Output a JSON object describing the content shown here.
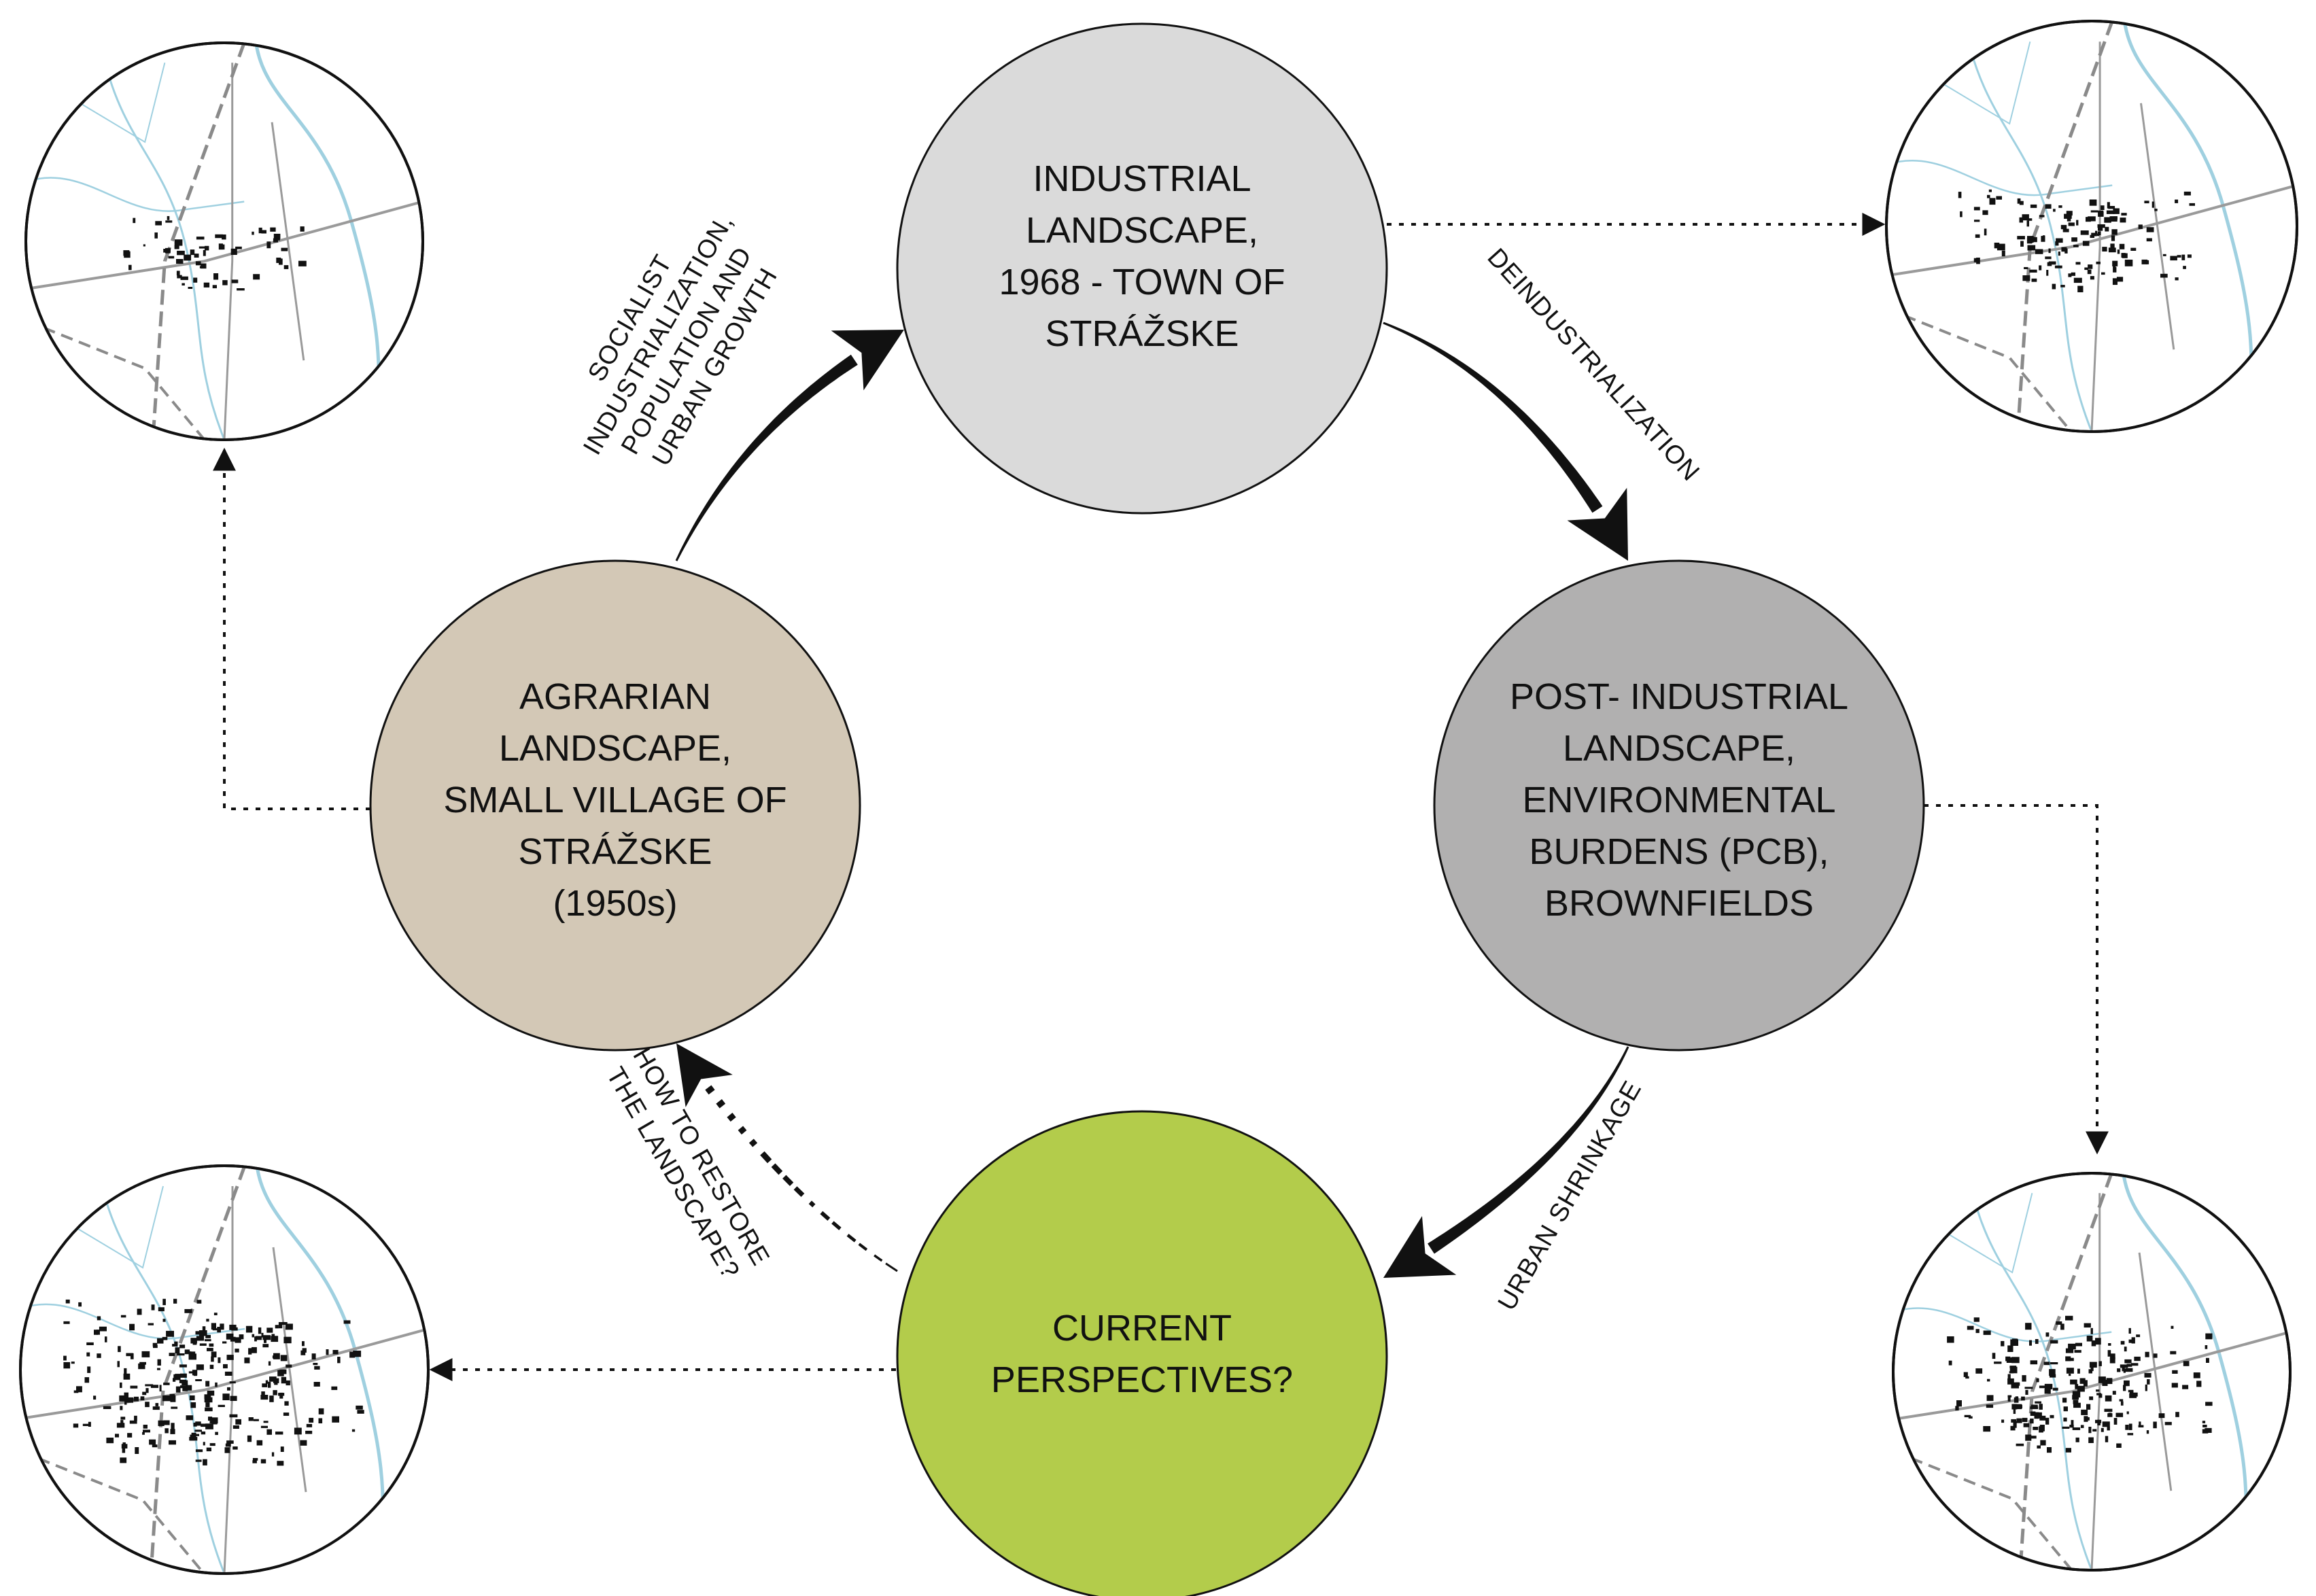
{
  "colors": {
    "agrarian": "#d3c8b6",
    "industrial": "#dadada",
    "post_industrial": "#b1b0b0",
    "current": "#b3cc4b",
    "outline": "#111111",
    "water": "#9fd0e0",
    "road": "#9a9a9a",
    "rail": "#8a8a8a",
    "building": "#111111"
  },
  "nodes": {
    "industrial": [
      "INDUSTRIAL",
      "LANDSCAPE,",
      "1968 - TOWN OF",
      "STRÁŽSKE"
    ],
    "post_industrial": [
      "POST- INDUSTRIAL",
      "LANDSCAPE,",
      "ENVIRONMENTAL",
      "BURDENS (PCB),",
      "BROWNFIELDS"
    ],
    "current": [
      "CURRENT",
      "PERSPECTIVES?"
    ],
    "agrarian": [
      "AGRARIAN",
      "LANDSCAPE,",
      "SMALL VILLAGE OF",
      "STRÁŽSKE",
      "(1950s)"
    ]
  },
  "arrow_labels": {
    "industrialization": [
      "SOCIALIST",
      "INDUSTRIALIZATION,",
      "POPULATION AND",
      "URBAN GROWTH"
    ],
    "deindustrialization": [
      "DEINDUSTRIALIZATION"
    ],
    "shrinkage": [
      "URBAN SHRINKAGE"
    ],
    "restore": [
      "HOW TO RESTORE",
      "THE LANDSCAPE?"
    ]
  },
  "maps": [
    {
      "id": "map-1950s",
      "icon": "map-thumbnail-icon",
      "density": 0.15
    },
    {
      "id": "map-1968",
      "icon": "map-thumbnail-icon",
      "density": 0.45
    },
    {
      "id": "map-post-industrial",
      "icon": "map-thumbnail-icon",
      "density": 0.75
    },
    {
      "id": "map-current",
      "icon": "map-thumbnail-icon",
      "density": 1.0
    }
  ]
}
